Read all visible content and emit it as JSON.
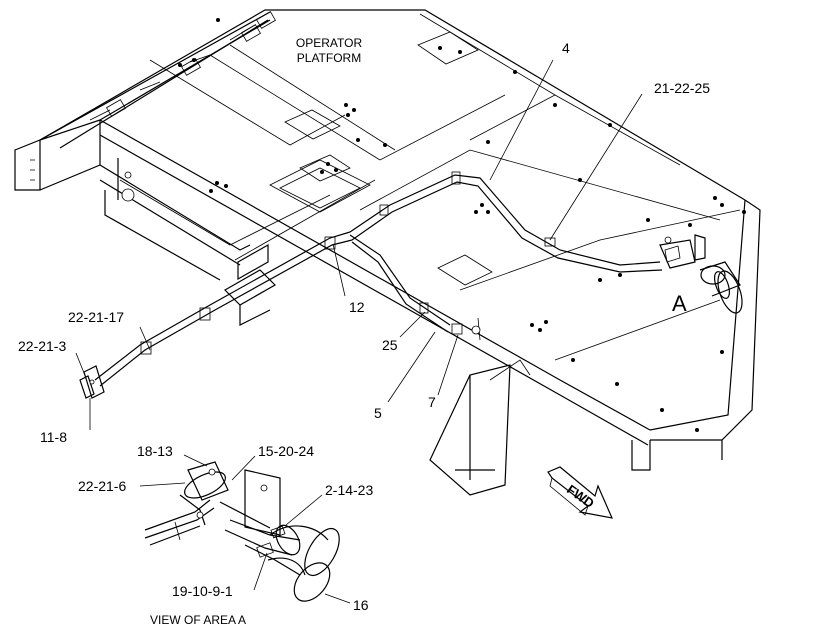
{
  "platform_label": [
    "OPERATOR",
    "PLATFORM"
  ],
  "area_marker": "A",
  "fwd_label": "FWD",
  "view_caption": "VIEW OF AREA  A",
  "callouts": [
    {
      "id": "c-4",
      "text": "4"
    },
    {
      "id": "c-21-22-25",
      "text": "21-22-25"
    },
    {
      "id": "c-12",
      "text": "12"
    },
    {
      "id": "c-25",
      "text": "25"
    },
    {
      "id": "c-5",
      "text": "5"
    },
    {
      "id": "c-7",
      "text": "7"
    },
    {
      "id": "c-22-21-17",
      "text": "22-21-17"
    },
    {
      "id": "c-22-21-3",
      "text": "22-21-3"
    },
    {
      "id": "c-11-8",
      "text": "11-8"
    },
    {
      "id": "c-18-13",
      "text": "18-13"
    },
    {
      "id": "c-15-20-24",
      "text": "15-20-24"
    },
    {
      "id": "c-22-21-6",
      "text": "22-21-6"
    },
    {
      "id": "c-2-14-23",
      "text": "2-14-23"
    },
    {
      "id": "c-19-10-9-1",
      "text": "19-10-9-1"
    },
    {
      "id": "c-16",
      "text": "16"
    }
  ]
}
